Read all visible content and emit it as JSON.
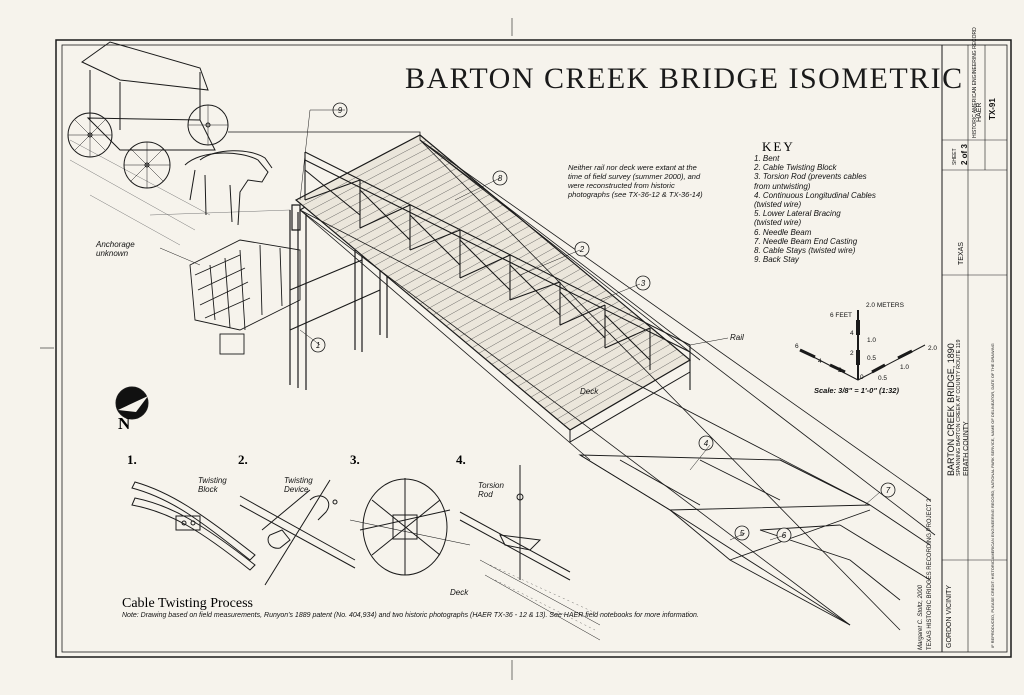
{
  "title": "BARTON CREEK BRIDGE ISOMETRIC",
  "key": {
    "heading": "KEY",
    "items": [
      "1. Bent",
      "2. Cable Twisting Block",
      "3. Torsion Rod (prevents cables",
      "    from untwisting)",
      "4. Continuous Longitudinal Cables",
      "    (twisted wire)",
      "5. Lower Lateral Bracing",
      "    (twisted wire)",
      "6. Needle Beam",
      "7. Needle Beam End Casting",
      "8. Cable Stays (twisted wire)",
      "9. Back Stay"
    ]
  },
  "note_top": "Neither rail nor deck were extant at the time of field survey (summer 2000), and were reconstructed from historic photographs (see TX-36-12 & TX-36-14)",
  "labels": {
    "anchorage": "Anchorage unknown",
    "rail": "Rail",
    "deck": "Deck",
    "twisting_block": "Twisting Block",
    "twisting_device": "Twisting Device",
    "torsion_rod": "Torsion Rod",
    "deck_detail": "Deck"
  },
  "callouts": [
    "1",
    "2",
    "3",
    "4",
    "5",
    "6",
    "7",
    "8",
    "9"
  ],
  "steps": [
    "1.",
    "2.",
    "3.",
    "4."
  ],
  "north": "N",
  "cable_title": "Cable Twisting Process",
  "note_bottom": "Note: Drawing based on field measurements, Runyon's 1889 patent (No. 404,934) and two historic photographs (HAER TX-36 - 12 & 13). See HAER field notebooks for more information.",
  "scale": {
    "feet": "6 FEET",
    "meters": "2.0 METERS",
    "caption": "Scale: 3/8\" = 1'-0\" (1:32)",
    "ticks_left": [
      "6",
      "4",
      "2"
    ],
    "ticks_vertical": [
      "4",
      "2",
      "1.0",
      "0.5",
      "0"
    ],
    "ticks_right": [
      "0.5",
      "1.0",
      "2.0"
    ]
  },
  "title_block": {
    "line1": "BARTON CREEK BRIDGE, 1890",
    "line2": "SPANNING BARTON CREEK AT COUNTY ROUTE 119",
    "line3": "GORDON VICINITY",
    "county": "ERATH COUNTY",
    "state": "TEXAS",
    "haer": "HAER",
    "haer_no": "TX-91",
    "sheet": "2 of 3",
    "sheet_label": "SHEET",
    "program": "HISTORIC AMERICAN ENGINEERING RECORD",
    "project": "TEXAS HISTORIC BRIDGES RECORDING PROJECT 2",
    "delineator": "Margaret C. Stoltz, 2000",
    "fine_print": "IF REPRODUCED, PLEASE CREDIT: HISTORIC AMERICAN ENGINEERING RECORD, NATIONAL PARK SERVICE, NAME OF DELINEATOR, DATE OF THE DRAWING"
  }
}
